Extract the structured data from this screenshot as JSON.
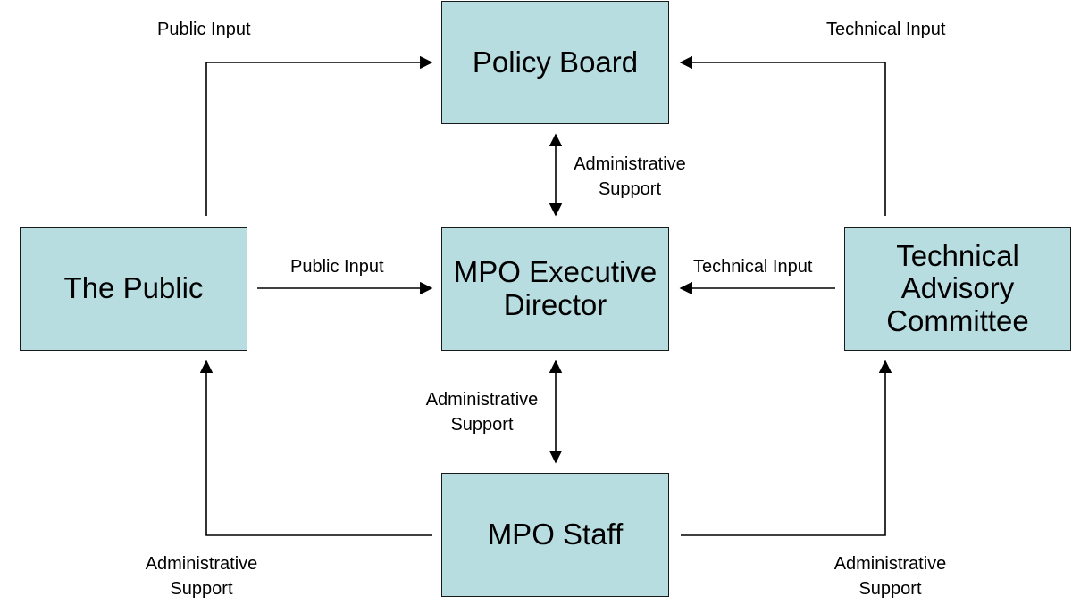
{
  "nodes": {
    "policy_board": "Policy Board",
    "mpo_director": "MPO Executive\nDirector",
    "public": "The Public",
    "tac": "Technical\nAdvisory\nCommittee",
    "staff": "MPO Staff"
  },
  "edges": {
    "public_to_board": "Public Input",
    "tac_to_board": "Technical Input",
    "public_to_director": "Public Input",
    "tac_to_director": "Technical Input",
    "board_director": "Administrative\nSupport",
    "director_staff": "Administrative\nSupport",
    "staff_to_public": "Administrative\nSupport",
    "staff_to_tac": "Administrative\nSupport"
  },
  "colors": {
    "box_fill": "#b7dde1",
    "box_border": "#1a1a1a",
    "connector": "#000000"
  }
}
